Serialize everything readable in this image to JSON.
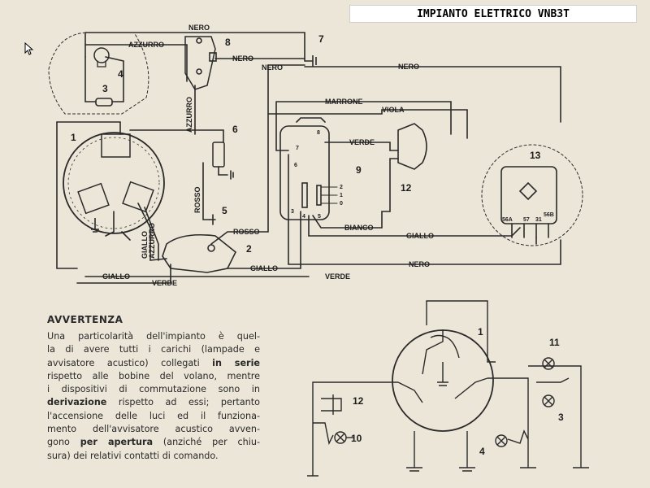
{
  "title": "IMPIANTO ELETTRICO VNB3T",
  "wire_labels": {
    "nero": "NERO",
    "azzurro": "AZZURRO",
    "marrone": "MARRONE",
    "viola": "VIOLA",
    "verde": "VERDE",
    "rosso": "ROSSO",
    "giallo": "GIALLO",
    "bianco": "BIANCO"
  },
  "component_numbers": {
    "n1": "1",
    "n2": "2",
    "n3": "3",
    "n4": "4",
    "n5": "5",
    "n6": "6",
    "n7": "7",
    "n8": "8",
    "n9": "9",
    "n10": "10",
    "n11": "11",
    "n12": "12",
    "n13": "13"
  },
  "switch_terminals": {
    "t2": "2",
    "t1": "1",
    "t0": "0",
    "t3": "3",
    "t4": "4",
    "t5": "5",
    "t6": "6",
    "t7": "7",
    "t8": "8"
  },
  "regulator_terminals": {
    "t56a": "56A",
    "t57": "57",
    "t31": "31",
    "t56b": "56B"
  },
  "notice": {
    "title": "AVVERTENZA",
    "lines": [
      [
        "Una particolarità dell'impianto è quel-"
      ],
      [
        "la di avere tutti i carichi (lampade e"
      ],
      [
        "avvisatore acustico) collegati ",
        "in serie"
      ],
      [
        "rispetto alle bobine del volano, mentre"
      ],
      [
        "i dispositivi di commutazione sono in"
      ],
      [
        "derivazione",
        " rispetto ad essi; pertanto"
      ],
      [
        "l'accensione delle luci ed il funziona-"
      ],
      [
        "mento dell'avvisatore acustico avven-"
      ],
      [
        "gono ",
        "per apertura",
        " (anziché per chiu-"
      ],
      [
        "sura) dei relativi contatti di comando."
      ]
    ]
  }
}
